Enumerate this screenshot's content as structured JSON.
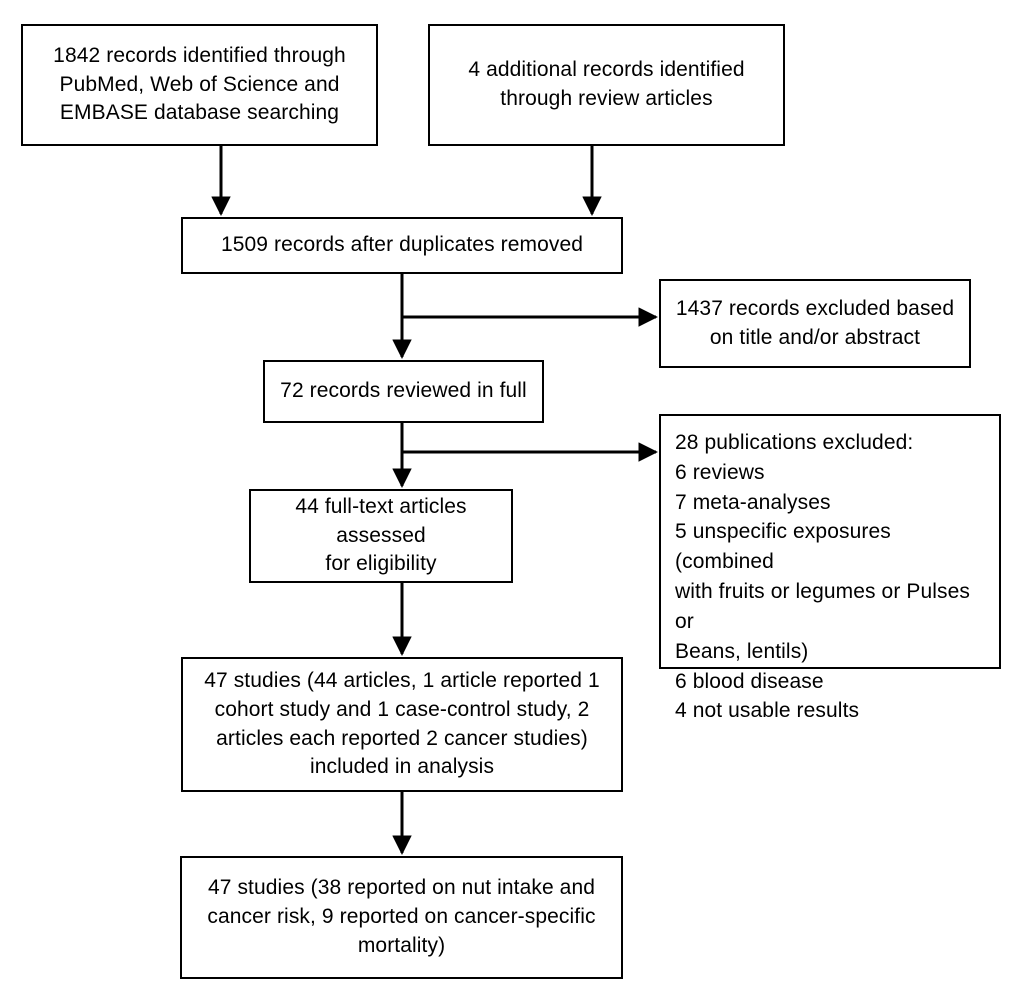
{
  "diagram": {
    "type": "prisma-flow-diagram",
    "title": "PRISMA study selection flow diagram",
    "stroke_color": "#000000",
    "background_color": "#ffffff",
    "nodes": {
      "identified_db": {
        "label": "1842 records identified through PubMed, Web of Science and EMBASE database searching",
        "text": "1842 records identified through\nPubMed, Web of Science and\nEMBASE database searching",
        "count": 1842
      },
      "identified_review": {
        "label": "4 additional records identified through review articles",
        "text": "4 additional records identified\nthrough review articles",
        "count": 4
      },
      "duplicates_removed": {
        "label": "1509 records after duplicates removed",
        "text": "1509 records after duplicates removed",
        "count": 1509
      },
      "excluded_title_abstract": {
        "label": "1437 records excluded based on title and/or abstract",
        "text": "1437 records excluded based\non title and/or abstract",
        "count": 1437
      },
      "reviewed_full": {
        "label": "72 records reviewed in full",
        "text": "72 records reviewed in full",
        "count": 72
      },
      "excluded_publications": {
        "label": "28 publications excluded",
        "text": "28 publications excluded:\n6 reviews\n7 meta-analyses\n5 unspecific exposures (combined\nwith fruits or legumes or Pulses or\nBeans, lentils)\n6 blood disease\n4 not usable results",
        "count": 28,
        "reasons": [
          {
            "count": 6,
            "reason": "reviews"
          },
          {
            "count": 7,
            "reason": "meta-analyses"
          },
          {
            "count": 5,
            "reason": "unspecific exposures (combined with fruits or legumes or Pulses or Beans, lentils)"
          },
          {
            "count": 6,
            "reason": "blood disease"
          },
          {
            "count": 4,
            "reason": "not usable results"
          }
        ]
      },
      "fulltext_assessed": {
        "label": "44 full-text articles assessed for eligibility",
        "text": "44 full-text articles assessed\nfor eligibility",
        "count": 44
      },
      "included_analysis": {
        "label": "47 studies included in analysis",
        "text": "47 studies (44 articles, 1 article reported 1\ncohort study and 1 case-control study, 2\narticles each reported 2 cancer studies)\nincluded in analysis",
        "count": 47
      },
      "final_outcomes": {
        "label": "47 studies by outcome",
        "text": "47 studies (38 reported on nut intake and\ncancer risk, 9 reported on cancer-specific\nmortality)",
        "count": 47
      }
    }
  }
}
